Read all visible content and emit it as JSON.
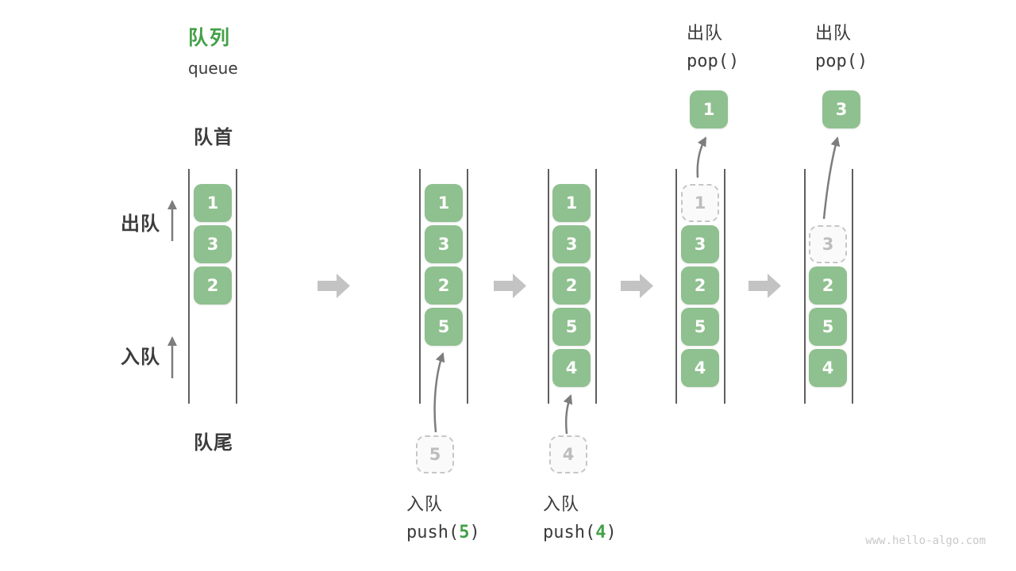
{
  "page": {
    "watermark": "www.hello-algo.com"
  },
  "header": {
    "title_zh": "队列",
    "title_en": "queue"
  },
  "queue_labels": {
    "front": "队首",
    "rear": "队尾",
    "dequeue": "出队",
    "enqueue": "入队"
  },
  "colors": {
    "accent_green": "#43a047",
    "box_green": "#8fc08f",
    "box_text": "#ffffff",
    "dark_text": "#3c3c3c",
    "dashed_border": "#c6c6c6",
    "dashed_text": "#bdbdbd",
    "arrow_gray": "#7d7d7d",
    "block_arrow": "#c3c3c3",
    "wall_line": "#5f5f5f",
    "watermark_gray": "#c9c9c9"
  },
  "states": [
    {
      "name": "initial",
      "items": [
        {
          "value": "1",
          "row": 0,
          "dashed": false
        },
        {
          "value": "3",
          "row": 1,
          "dashed": false
        },
        {
          "value": "2",
          "row": 2,
          "dashed": false
        }
      ]
    },
    {
      "name": "after-push-5",
      "items": [
        {
          "value": "1",
          "row": 0,
          "dashed": false
        },
        {
          "value": "3",
          "row": 1,
          "dashed": false
        },
        {
          "value": "2",
          "row": 2,
          "dashed": false
        },
        {
          "value": "5",
          "row": 3,
          "dashed": false
        }
      ],
      "pending_item": {
        "value": "5"
      },
      "operation": {
        "label": "入队",
        "code_before": "push(",
        "code_arg": "5",
        "code_after": ")"
      }
    },
    {
      "name": "after-push-4",
      "items": [
        {
          "value": "1",
          "row": 0,
          "dashed": false
        },
        {
          "value": "3",
          "row": 1,
          "dashed": false
        },
        {
          "value": "2",
          "row": 2,
          "dashed": false
        },
        {
          "value": "5",
          "row": 3,
          "dashed": false
        },
        {
          "value": "4",
          "row": 4,
          "dashed": false
        }
      ],
      "pending_item": {
        "value": "4"
      },
      "operation": {
        "label": "入队",
        "code_before": "push(",
        "code_arg": "4",
        "code_after": ")"
      }
    },
    {
      "name": "pop-1",
      "items": [
        {
          "value": "1",
          "row": 0,
          "dashed": true
        },
        {
          "value": "3",
          "row": 1,
          "dashed": false
        },
        {
          "value": "2",
          "row": 2,
          "dashed": false
        },
        {
          "value": "5",
          "row": 3,
          "dashed": false
        },
        {
          "value": "4",
          "row": 4,
          "dashed": false
        }
      ],
      "popped_item": {
        "value": "1"
      },
      "operation": {
        "label": "出队",
        "code": "pop()"
      }
    },
    {
      "name": "pop-3",
      "items": [
        {
          "value": "3",
          "row": 1,
          "dashed": true
        },
        {
          "value": "2",
          "row": 2,
          "dashed": false
        },
        {
          "value": "5",
          "row": 3,
          "dashed": false
        },
        {
          "value": "4",
          "row": 4,
          "dashed": false
        }
      ],
      "popped_item": {
        "value": "3"
      },
      "operation": {
        "label": "出队",
        "code": "pop()"
      }
    }
  ]
}
